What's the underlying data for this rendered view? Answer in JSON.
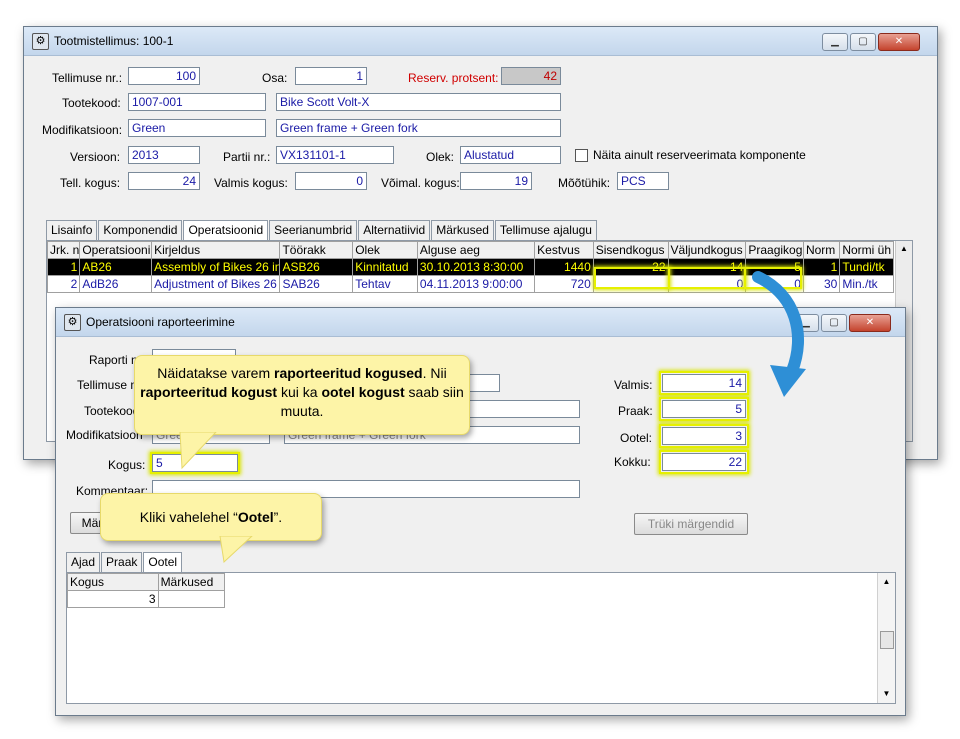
{
  "main_window": {
    "title": "Tootmistellimus: 100-1",
    "fields": {
      "order_no_label": "Tellimuse nr.:",
      "order_no": "100",
      "part_label": "Osa:",
      "part": "1",
      "reserve_label": "Reserv. protsent:",
      "reserve": "42",
      "product_code_label": "Tootekood:",
      "product_code": "1007-001",
      "product_name": "Bike Scott Volt-X",
      "modification_label": "Modifikatsioon:",
      "modification": "Green",
      "modification_desc": "Green frame + Green fork",
      "version_label": "Versioon:",
      "version": "2013",
      "batch_label": "Partii nr.:",
      "batch": "VX131101-1",
      "status_label": "Olek:",
      "status": "Alustatud",
      "show_unreserved_label": "Näita ainult reserveerimata komponente",
      "ordered_qty_label": "Tell. kogus:",
      "ordered_qty": "24",
      "done_qty_label": "Valmis kogus:",
      "done_qty": "0",
      "possible_qty_label": "Võimal. kogus:",
      "possible_qty": "19",
      "unit_label": "Mõõtühik:",
      "unit": "PCS"
    },
    "tabs": [
      "Lisainfo",
      "Komponendid",
      "Operatsioonid",
      "Seerianumbrid",
      "Alternatiivid",
      "Märkused",
      "Tellimuse ajalugu"
    ],
    "grid": {
      "columns": [
        "Jrk. n",
        "Operatsiooni",
        "Kirjeldus",
        "Töörakk",
        "Olek",
        "Alguse aeg",
        "Kestvus",
        "Sisendkogus",
        "Väljundkogus",
        "Praagikog",
        "Norm",
        "Normi üh"
      ],
      "rows": [
        [
          "1",
          "AB26",
          "Assembly of Bikes 26 in",
          "ASB26",
          "Kinnitatud",
          "30.10.2013 8:30:00",
          "1440",
          "22",
          "14",
          "5",
          "1",
          "Tundi/tk"
        ],
        [
          "2",
          "AdB26",
          "Adjustment of Bikes 26",
          "SAB26",
          "Tehtav",
          "04.11.2013 9:00:00",
          "720",
          "",
          "0",
          "0",
          "30",
          "Min./tk"
        ]
      ]
    }
  },
  "report_window": {
    "title": "Operatsiooni raporteerimine",
    "labels": {
      "report_no": "Raporti nr",
      "order_no": "Tellimuse nr",
      "product_code": "Tootekood",
      "modification": "Modifikatsioon",
      "qty": "Kogus:",
      "comment": "Kommentaar:",
      "marks_button": "Märk",
      "done": "Valmis:",
      "scrap": "Praak:",
      "pending": "Ootel:",
      "total": "Kokku:"
    },
    "values": {
      "qty": "5",
      "done": "14",
      "scrap": "5",
      "pending": "3",
      "total": "22",
      "modification_partial": "Green",
      "modification_desc_partial": "Green frame + Green fork"
    },
    "print_labels_button": "Trüki märgendid",
    "tabs": [
      "Ajad",
      "Praak",
      "Ootel"
    ],
    "subgrid": {
      "columns": [
        "Kogus",
        "Märkused"
      ],
      "rows": [
        [
          "3",
          ""
        ]
      ]
    }
  },
  "callouts": {
    "first": {
      "t1": "Näidatakse varem ",
      "b1": "raporteeritud kogused",
      "t2": ". Nii ",
      "b2": "raporteeritud kogust",
      "t3": " kui ka ",
      "b3": "ootel kogust",
      "t4": " saab siin muuta."
    },
    "second": {
      "t1": "Kliki vahelehel “",
      "b1": "Ootel",
      "t2": "”."
    }
  },
  "colors": {
    "highlight": "#e6f000",
    "callout_bg": "#fdf4a7",
    "selected_row_bg": "#000000",
    "selected_row_text": "#ffff00",
    "value_text": "#1a1aa6",
    "arrow": "#2e8fd6"
  }
}
